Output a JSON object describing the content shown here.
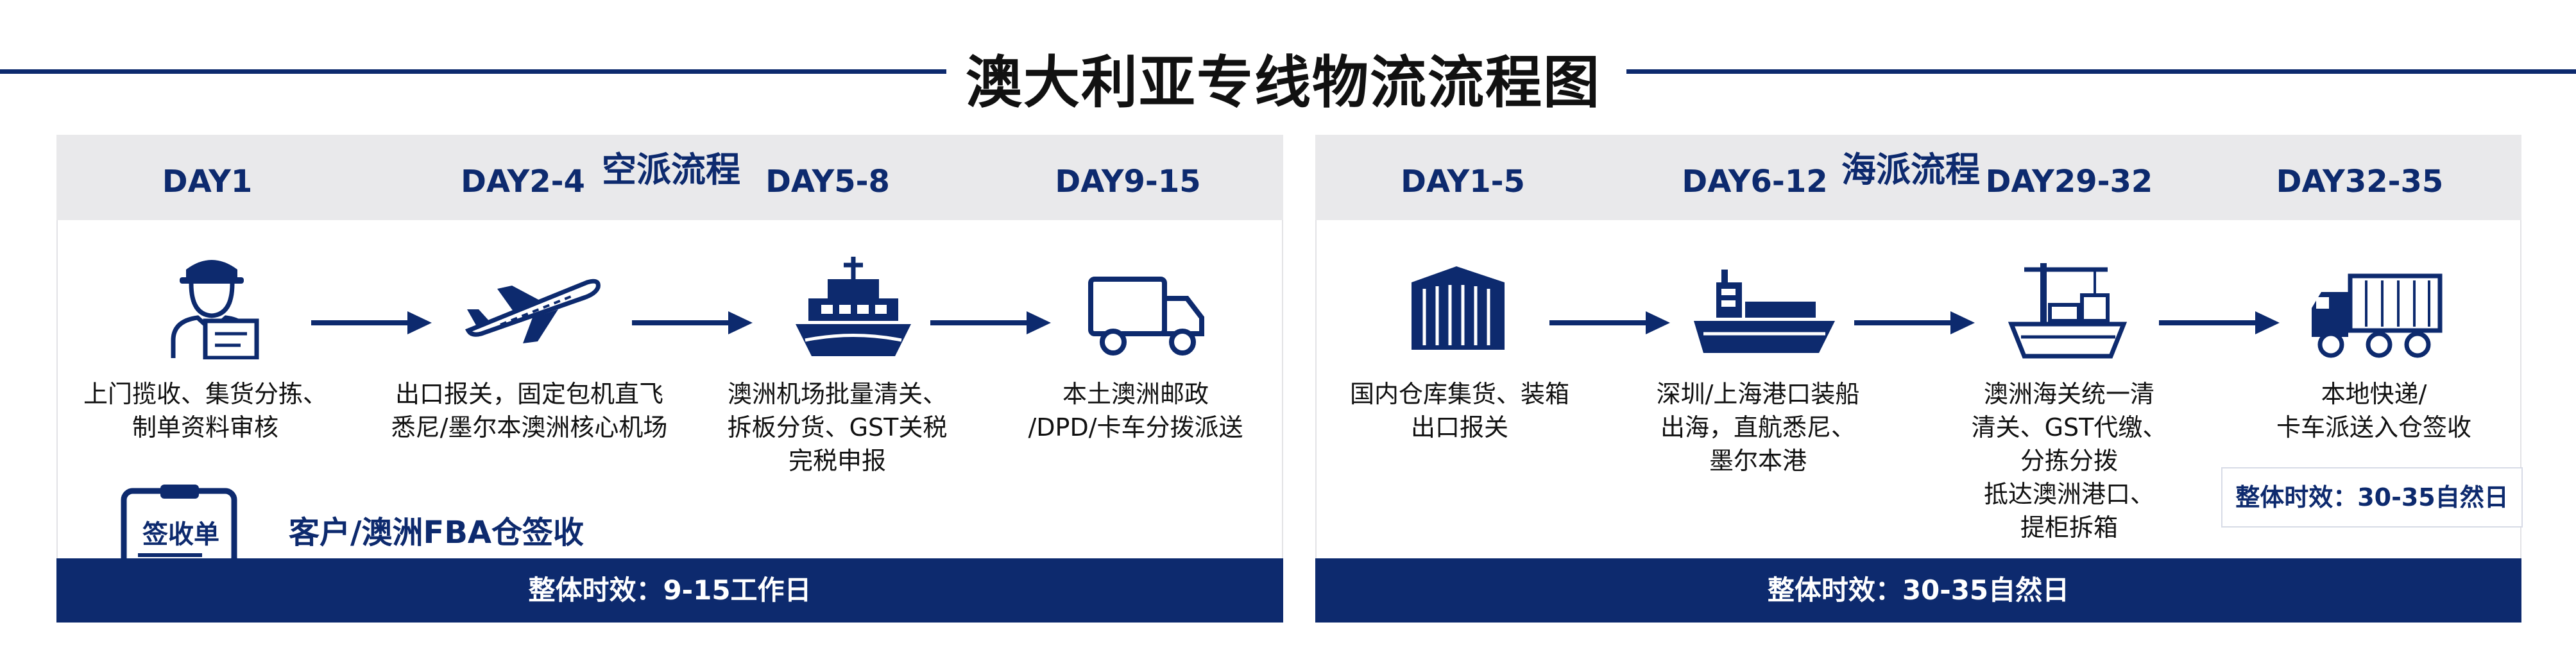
{
  "title": "澳大利亚专线物流流程图",
  "air": {
    "title": "空派流程",
    "days": [
      "DAY1",
      "DAY2-4",
      "DAY5-8",
      "DAY9-15"
    ],
    "steps": [
      [
        "上门揽收、集货分拣、",
        "制单资料审核"
      ],
      [
        "出口报关，固定包机直飞",
        "悉尼/墨尔本澳洲核心机场"
      ],
      [
        "澳洲机场批量清关、",
        "拆板分货、GST关税",
        "完税申报"
      ],
      [
        "本土澳洲邮政",
        "/DPD/卡车分拨派送"
      ]
    ],
    "sign_doc": "签收单",
    "sign_text": "客户/澳洲FBA仓签收",
    "total": "整体时效：9-15工作日"
  },
  "sea": {
    "title": "海派流程",
    "days": [
      "DAY1-5",
      "DAY6-12",
      "DAY29-32",
      "DAY32-35"
    ],
    "steps": [
      [
        "国内仓库集货、装箱",
        "出口报关"
      ],
      [
        "深圳/上海港口装船",
        "出海，直航悉尼、",
        "墨尔本港"
      ],
      [
        "澳洲海关统一清",
        "清关、GST代缴、",
        "分拣分拨",
        "抵达澳洲港口、",
        "提柜拆箱"
      ],
      [
        "本地快递/",
        "卡车派送入仓签收"
      ]
    ],
    "badge": "整体时效：30-35自然日",
    "total": "整体时效：30-35自然日"
  },
  "colors": {
    "navy": "#0d2a6e",
    "header_bg": "#e9e9eb"
  },
  "icons": [
    "courier-icon",
    "airplane-icon",
    "ship-icon",
    "truck-icon",
    "container-icon",
    "cargo-ship-icon",
    "port-crane-ship-icon",
    "container-truck-icon",
    "receipt-clipboard-icon",
    "arrow-right-icon"
  ]
}
